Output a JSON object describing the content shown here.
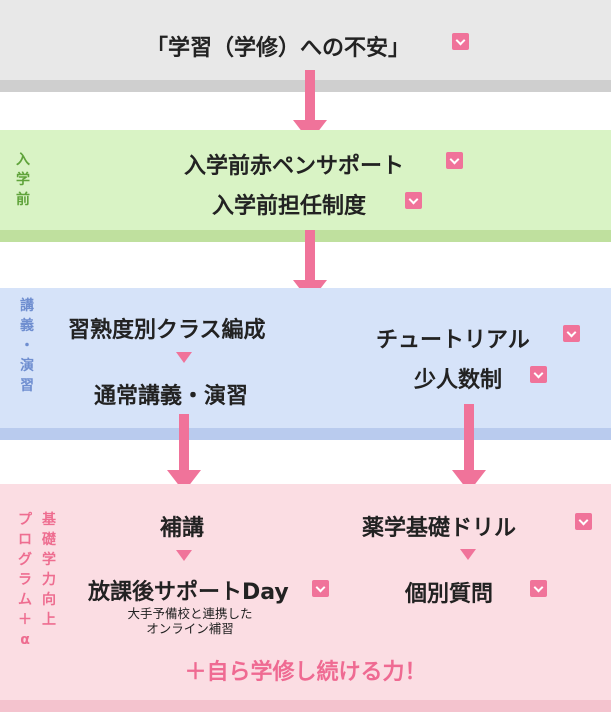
{
  "header": {
    "label": "「学習（学修）への不安」"
  },
  "pre": {
    "side_label": [
      "入",
      "学",
      "前"
    ],
    "item1": "入学前赤ペンサポート",
    "item2": "入学前担任制度"
  },
  "lecture": {
    "side_label": [
      "講",
      "義",
      "・",
      "演",
      "習"
    ],
    "left_top": "習熟度別クラス編成",
    "left_bottom": "通常講義・演習",
    "right_top": "チュートリアル",
    "right_bottom": "少人数制"
  },
  "program": {
    "side_label_col1": [
      "基",
      "礎",
      "学",
      "力",
      "向",
      "上"
    ],
    "side_label_col2": [
      "プ",
      "ロ",
      "グ",
      "ラ",
      "ム",
      "＋",
      "α"
    ],
    "left_top": "補講",
    "left_mid": "放課後サポートDay",
    "left_note_line1": "大手予備校と連携した",
    "left_note_line2": "オンライン補習",
    "right_top": "薬学基礎ドリル",
    "right_bottom": "個別質問",
    "footer": "＋自ら学修し続ける力！"
  },
  "colors": {
    "accent": "#f0739a",
    "band_gray": "#e8e8e8",
    "band_green": "#d9f3c5",
    "band_blue": "#d6e3f9",
    "band_pink": "#fbdde3",
    "label_green": "#5fa33a",
    "label_blue": "#6f8ed0",
    "label_pink": "#ee6d90"
  }
}
